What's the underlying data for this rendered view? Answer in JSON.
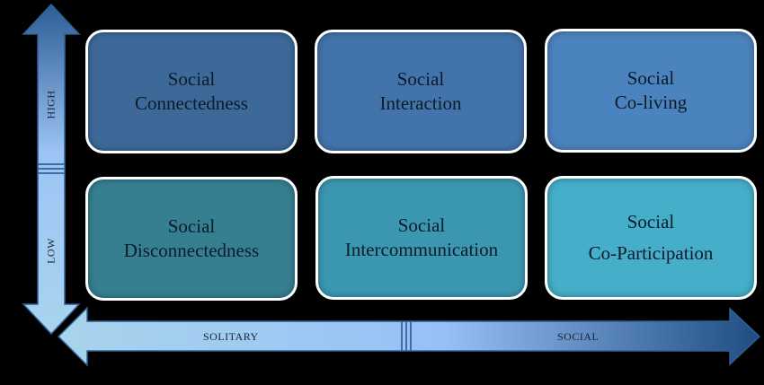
{
  "diagram": {
    "y_axis": {
      "high_label": "HIGH",
      "low_label": "LOW"
    },
    "x_axis": {
      "left_label": "SOLITARY",
      "right_label": "SOCIAL"
    },
    "boxes": [
      {
        "line1": "Social",
        "line2": "Connectedness",
        "color": "#3d6999"
      },
      {
        "line1": "Social",
        "line2": "Interaction",
        "color": "#4273ab"
      },
      {
        "line1": "Social",
        "line2": "Co-living",
        "color": "#4b83be"
      },
      {
        "line1": "Social",
        "line2": "Disconnectedness",
        "color": "#357f91"
      },
      {
        "line1": "Social",
        "line2": "Intercommunication",
        "color": "#3b97b0"
      },
      {
        "line1": "Social",
        "line2": "Co-Participation",
        "color": "#45aec8"
      }
    ]
  }
}
